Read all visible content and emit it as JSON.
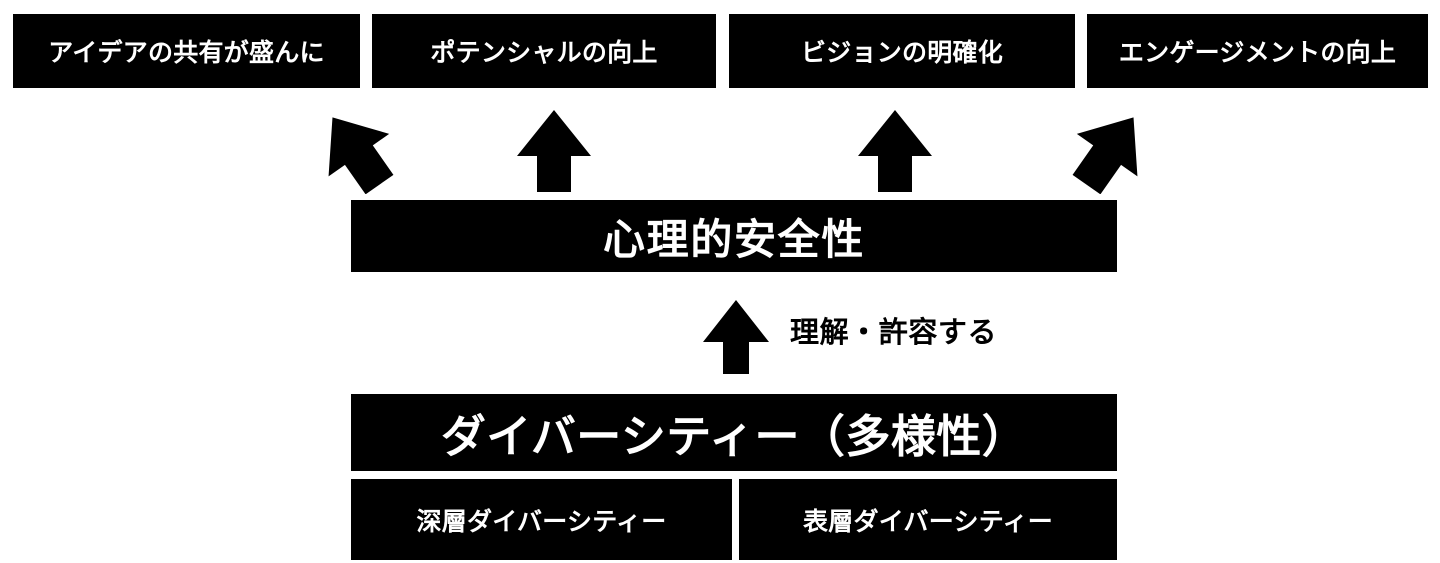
{
  "diagram": {
    "title_text_color": "#ffffff",
    "box_color": "#000000",
    "background_color": "#ffffff",
    "outcomes": [
      {
        "label": "アイデアの共有が盛んに"
      },
      {
        "label": "ポテンシャルの向上"
      },
      {
        "label": "ビジョンの明確化"
      },
      {
        "label": "エンゲージメントの向上"
      }
    ],
    "safety": {
      "label": "心理的安全性"
    },
    "relation": {
      "label": "理解・許容する"
    },
    "diversity": {
      "label": "ダイバーシティー（多様性）",
      "subtypes": [
        {
          "label": "深層ダイバーシティー"
        },
        {
          "label": "表層ダイバーシティー"
        }
      ]
    },
    "arrows": [
      {
        "name": "arrow-up-left",
        "direction": "up-left"
      },
      {
        "name": "arrow-up-mid-l",
        "direction": "up"
      },
      {
        "name": "arrow-up-mid-r",
        "direction": "up"
      },
      {
        "name": "arrow-up-right",
        "direction": "up-right"
      },
      {
        "name": "arrow-center",
        "direction": "up"
      }
    ]
  }
}
